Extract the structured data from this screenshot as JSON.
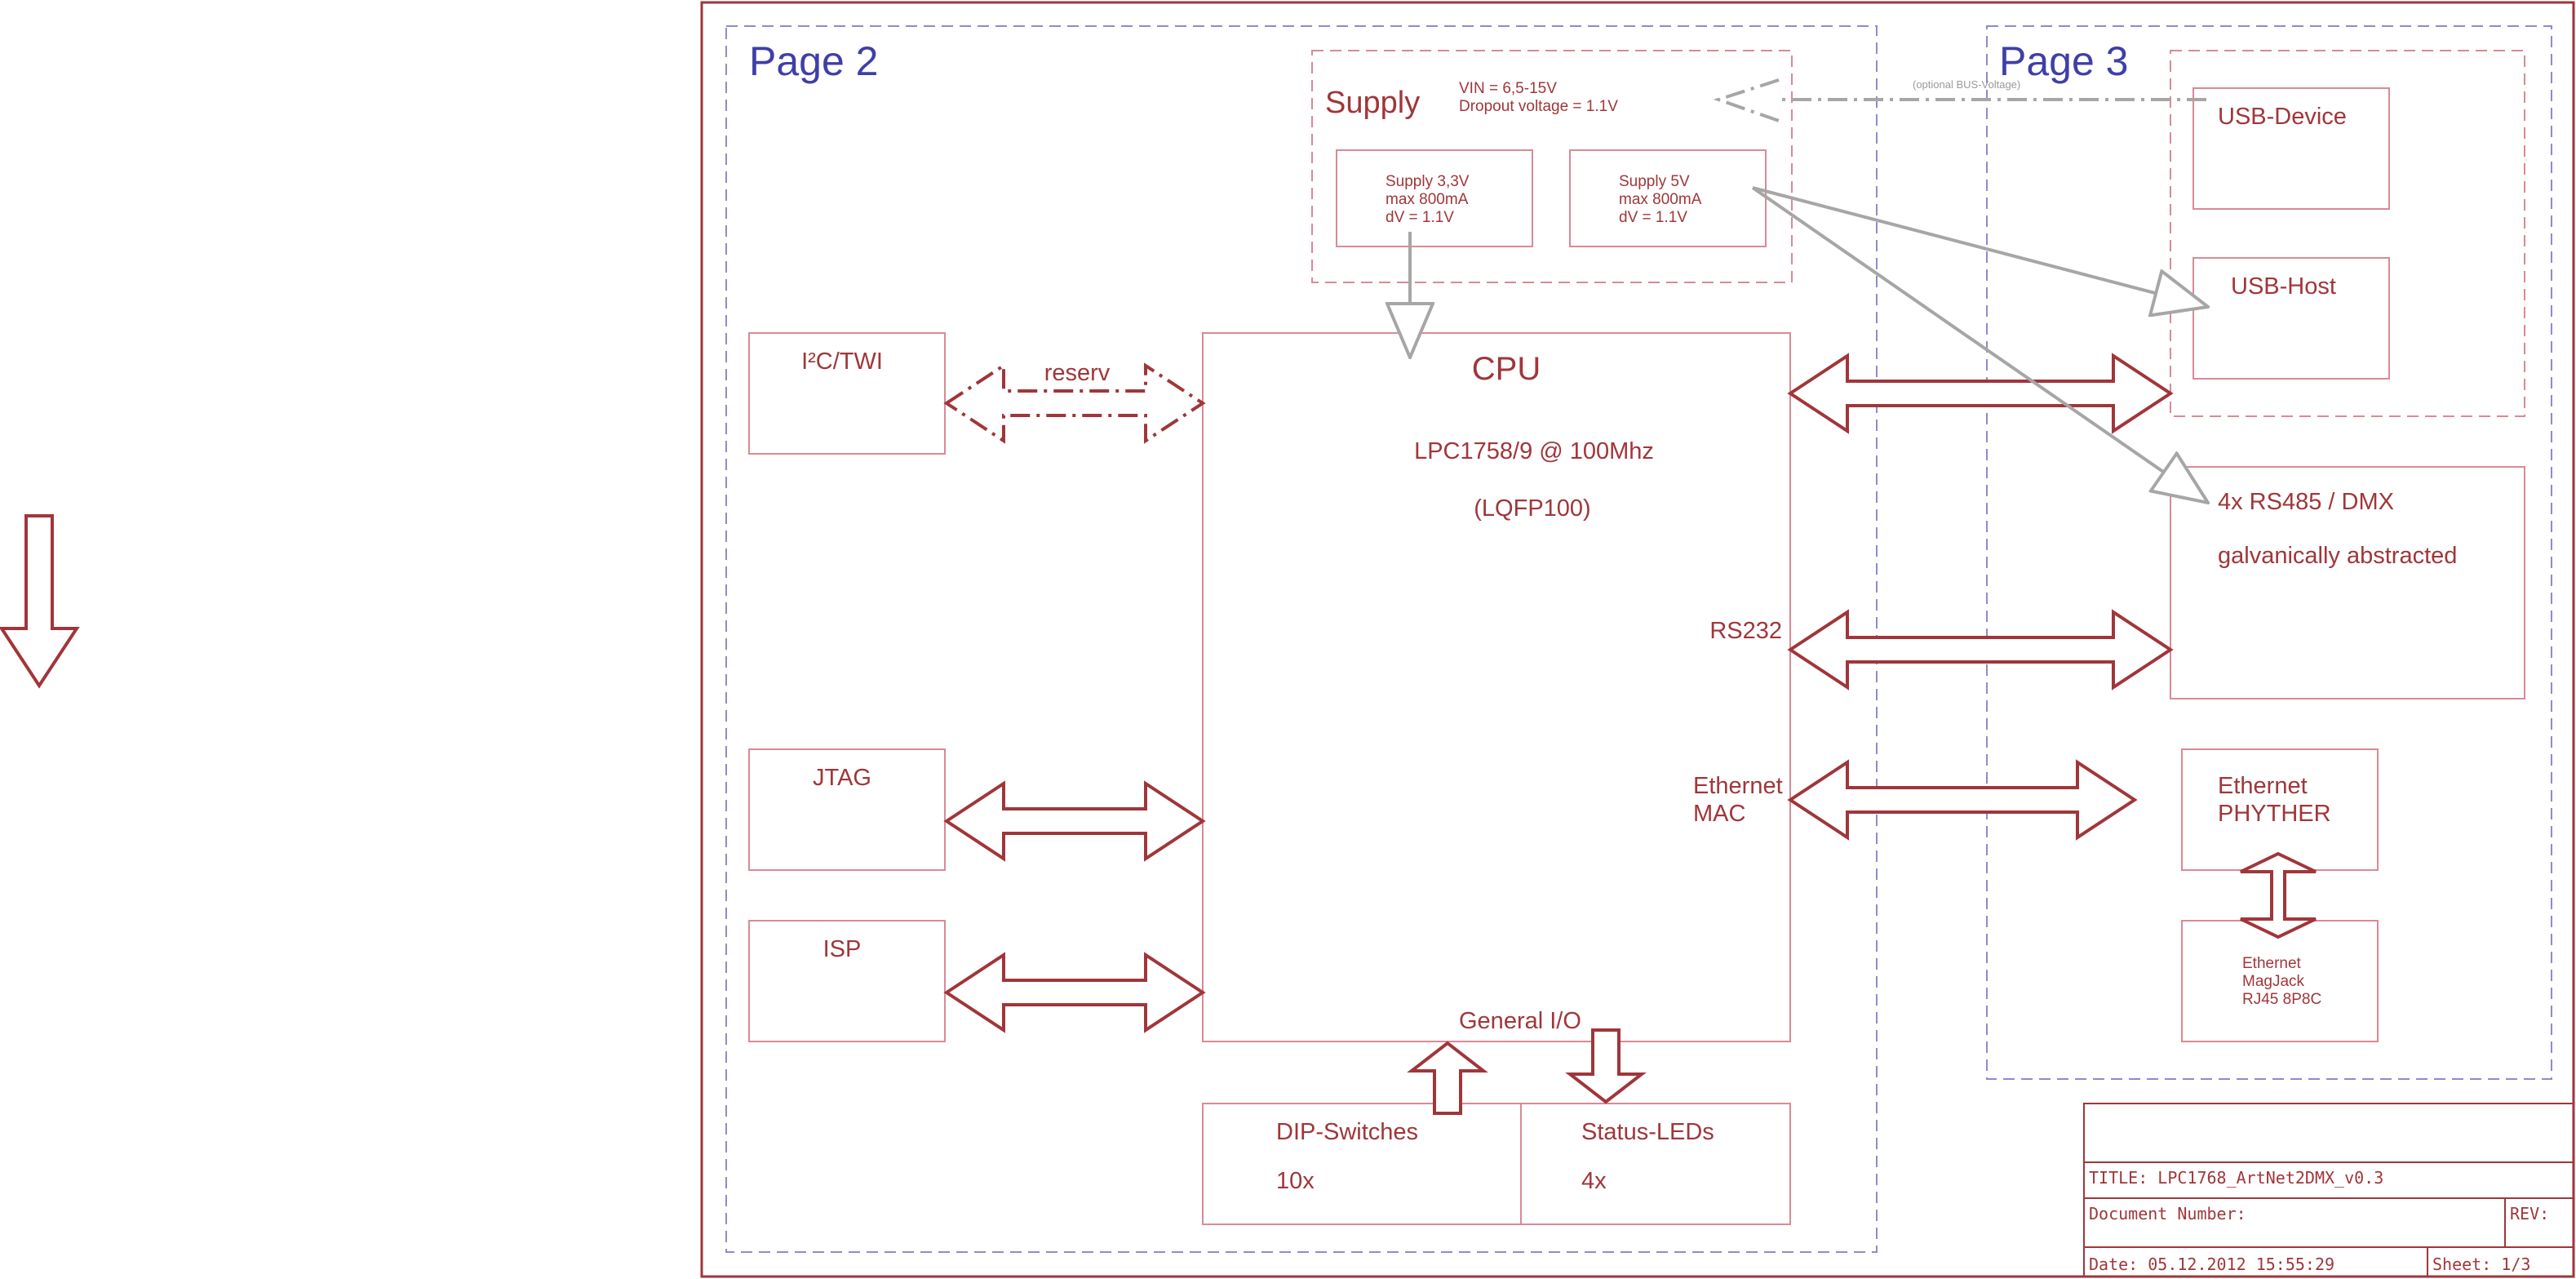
{
  "pages": {
    "page2": "Page 2",
    "page3": "Page 3"
  },
  "supply": {
    "title": "Supply",
    "vin": "VIN = 6,5-15V",
    "dropout": "Dropout voltage = 1.1V",
    "optional_bus": "(optional BUS-Voltage)",
    "s33": [
      "Supply 3,3V",
      "max 800mA",
      "dV = 1.1V"
    ],
    "s5": [
      "Supply 5V",
      "max 800mA",
      "dV = 1.1V"
    ]
  },
  "cpu": {
    "title": "CPU",
    "model": "LPC1758/9 @ 100Mhz",
    "package": "(LQFP100)",
    "rs232": "RS232",
    "eth1": "Ethernet",
    "eth2": "MAC",
    "gpio": "General I/O"
  },
  "left": {
    "i2c": "I²C/TWI",
    "reserv": "reserv",
    "jtag": "JTAG",
    "isp": "ISP"
  },
  "bottom": {
    "dip": "DIP-Switches",
    "dip_count": "10x",
    "leds": "Status-LEDs",
    "leds_count": "4x"
  },
  "right": {
    "usb_device": "USB-Device",
    "usb_host": "USB-Host",
    "rs485": "4x RS485 / DMX",
    "galv": "galvanically abstracted",
    "phy1": "Ethernet",
    "phy2": "PHYTHER",
    "mag": [
      "Ethernet",
      "MagJack",
      "RJ45 8P8C"
    ]
  },
  "titleblock": {
    "title": "TITLE:  LPC1768_ArtNet2DMX_v0.3",
    "docnum": "Document Number:",
    "rev": "REV:",
    "date": "Date: 05.12.2012 15:55:29",
    "sheet": "Sheet: 1/3"
  },
  "colors": {
    "wire": "#a0363a",
    "frame_pink": "#d98a95",
    "page_blue": "#8c8ccc",
    "grey_arrow": "#a6a6a6"
  }
}
